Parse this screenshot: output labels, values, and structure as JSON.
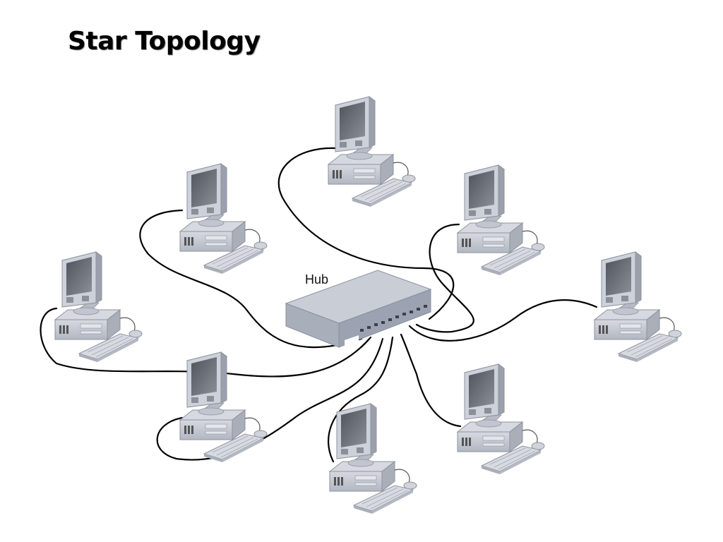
{
  "title": "Star Topology",
  "hub": {
    "label": "Hub"
  },
  "colors": {
    "cable": "#000000",
    "hub_top": "#c9cdd6",
    "hub_front": "#a5abb8",
    "hub_side": "#8d93a2",
    "case": "#c4c8d2",
    "case_dark": "#9ea3b0",
    "screen": "#6d717a",
    "keyboard": "#d3d6dd"
  },
  "nodes": [
    {
      "id": "computer-top-center"
    },
    {
      "id": "computer-upper-left"
    },
    {
      "id": "computer-upper-right"
    },
    {
      "id": "computer-left"
    },
    {
      "id": "computer-right"
    },
    {
      "id": "computer-lower-left"
    },
    {
      "id": "computer-bottom-center"
    },
    {
      "id": "computer-lower-right"
    }
  ]
}
